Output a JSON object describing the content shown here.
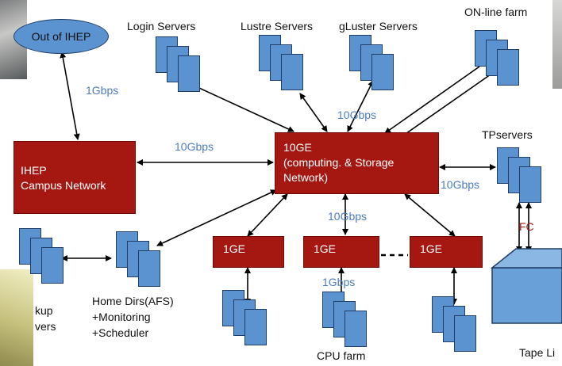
{
  "external": {
    "label": "Out of IHEP"
  },
  "campus": {
    "line1": "IHEP",
    "line2": "Campus Network"
  },
  "core": {
    "line1": "10GE",
    "line2": "(computing. & Storage",
    "line3": "Network)"
  },
  "switches": {
    "ge1": "1GE",
    "ge2": "1GE",
    "ge3": "1GE"
  },
  "speeds": {
    "uplink": "1Gbps",
    "campus_core": "10Gbps",
    "storage": "10Gbps",
    "tp": "10Gbps",
    "core_down": "10Gbps",
    "cpu": "1Gbps"
  },
  "labels": {
    "login": "Login Servers",
    "lustre": "Lustre Servers",
    "gluster": "gLuster Servers",
    "online": "ON-line farm",
    "tpservers": "TPservers",
    "fc": "FC",
    "home_line1": "Home Dirs(AFS)",
    "home_line2": "+Monitoring",
    "home_line3": "+Scheduler",
    "backup_line1": "kup",
    "backup_line2": "vers",
    "cpu": "CPU farm",
    "tape": "Tape Li"
  },
  "colors": {
    "router_red": "#a51812",
    "server_blue": "#5b93d0",
    "speed_text": "#4a7cc0",
    "link_black": "#000000"
  }
}
